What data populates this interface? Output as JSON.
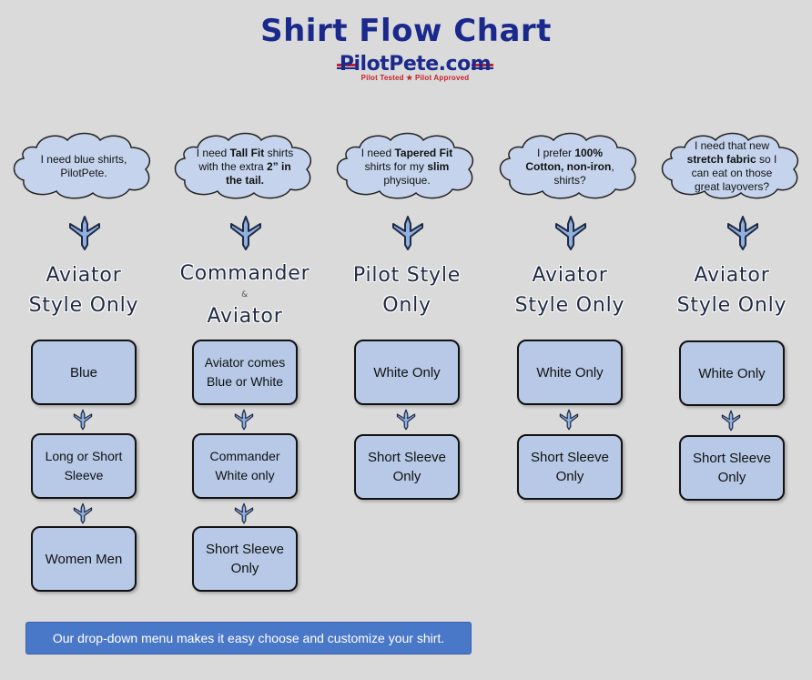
{
  "title": "Shirt Flow Chart",
  "logo": {
    "name": "PilotPete.com",
    "tagline": "Pilot Tested ★ Pilot Approved"
  },
  "columns": [
    {
      "thought": [
        {
          "t": "I need blue shirts, PilotPete.",
          "b": false
        }
      ],
      "style_line1": "Aviator",
      "style_line2": "Style Only",
      "style_line3": "",
      "steps": [
        "Blue",
        "Long or Short Sleeve",
        "Women Men"
      ]
    },
    {
      "thought": [
        {
          "t": "I need ",
          "b": false
        },
        {
          "t": "Tall Fit",
          "b": true
        },
        {
          "t": " shirts with the extra ",
          "b": false
        },
        {
          "t": "2” in the tail.",
          "b": true
        }
      ],
      "style_line1": "Commander",
      "style_line2": "&",
      "style_line3": "Aviator",
      "steps": [
        "Aviator comes Blue or White",
        "Commander White only",
        "Short Sleeve Only"
      ]
    },
    {
      "thought": [
        {
          "t": "I need ",
          "b": false
        },
        {
          "t": "Tapered Fit",
          "b": true
        },
        {
          "t": " shirts for my ",
          "b": false
        },
        {
          "t": "slim",
          "b": true
        },
        {
          "t": " physique.",
          "b": false
        }
      ],
      "style_line1": "Pilot Style",
      "style_line2": "Only",
      "style_line3": "",
      "steps": [
        "White Only",
        "Short Sleeve Only"
      ]
    },
    {
      "thought": [
        {
          "t": "I prefer ",
          "b": false
        },
        {
          "t": "100% Cotton, non-iron",
          "b": true
        },
        {
          "t": ", shirts?",
          "b": false
        }
      ],
      "style_line1": "Aviator",
      "style_line2": "Style Only",
      "style_line3": "",
      "steps": [
        "White Only",
        "Short Sleeve Only"
      ]
    },
    {
      "thought": [
        {
          "t": "I need that new ",
          "b": false
        },
        {
          "t": "stretch fabric",
          "b": true
        },
        {
          "t": " so I can eat on those great layovers?",
          "b": false
        }
      ],
      "style_line1": "Aviator",
      "style_line2": "Style Only",
      "style_line3": "",
      "steps": [
        "White Only",
        "Short Sleeve Only"
      ]
    }
  ],
  "banner": "Our drop-down menu makes it easy choose and customize your shirt.",
  "colors": {
    "title": "#1a2a8c",
    "box_fill": "#b7c9e6",
    "plane": "#8fb0e0",
    "banner": "#4a78c8"
  }
}
